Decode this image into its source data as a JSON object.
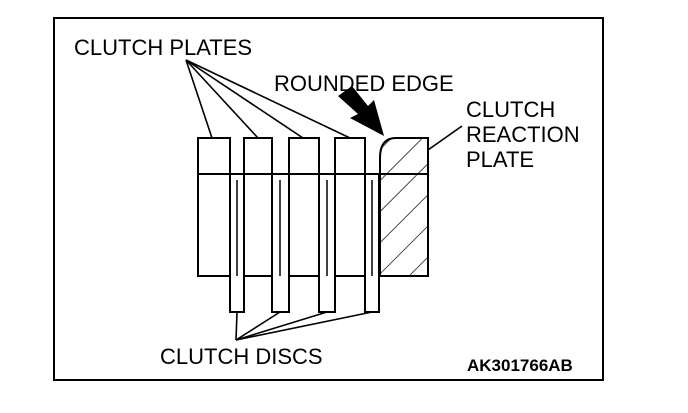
{
  "diagram": {
    "labels": {
      "clutch_plates": "CLUTCH PLATES",
      "rounded_edge": "ROUNDED EDGE",
      "clutch_reaction_plate_line1": "CLUTCH",
      "clutch_reaction_plate_line2": "REACTION",
      "clutch_reaction_plate_line3": "PLATE",
      "clutch_discs": "CLUTCH DISCS"
    },
    "figure_code": "AK301766AB",
    "counts": {
      "clutch_plates": 4,
      "clutch_discs": 4
    },
    "colors": {
      "line": "#000000",
      "background": "#ffffff"
    }
  }
}
